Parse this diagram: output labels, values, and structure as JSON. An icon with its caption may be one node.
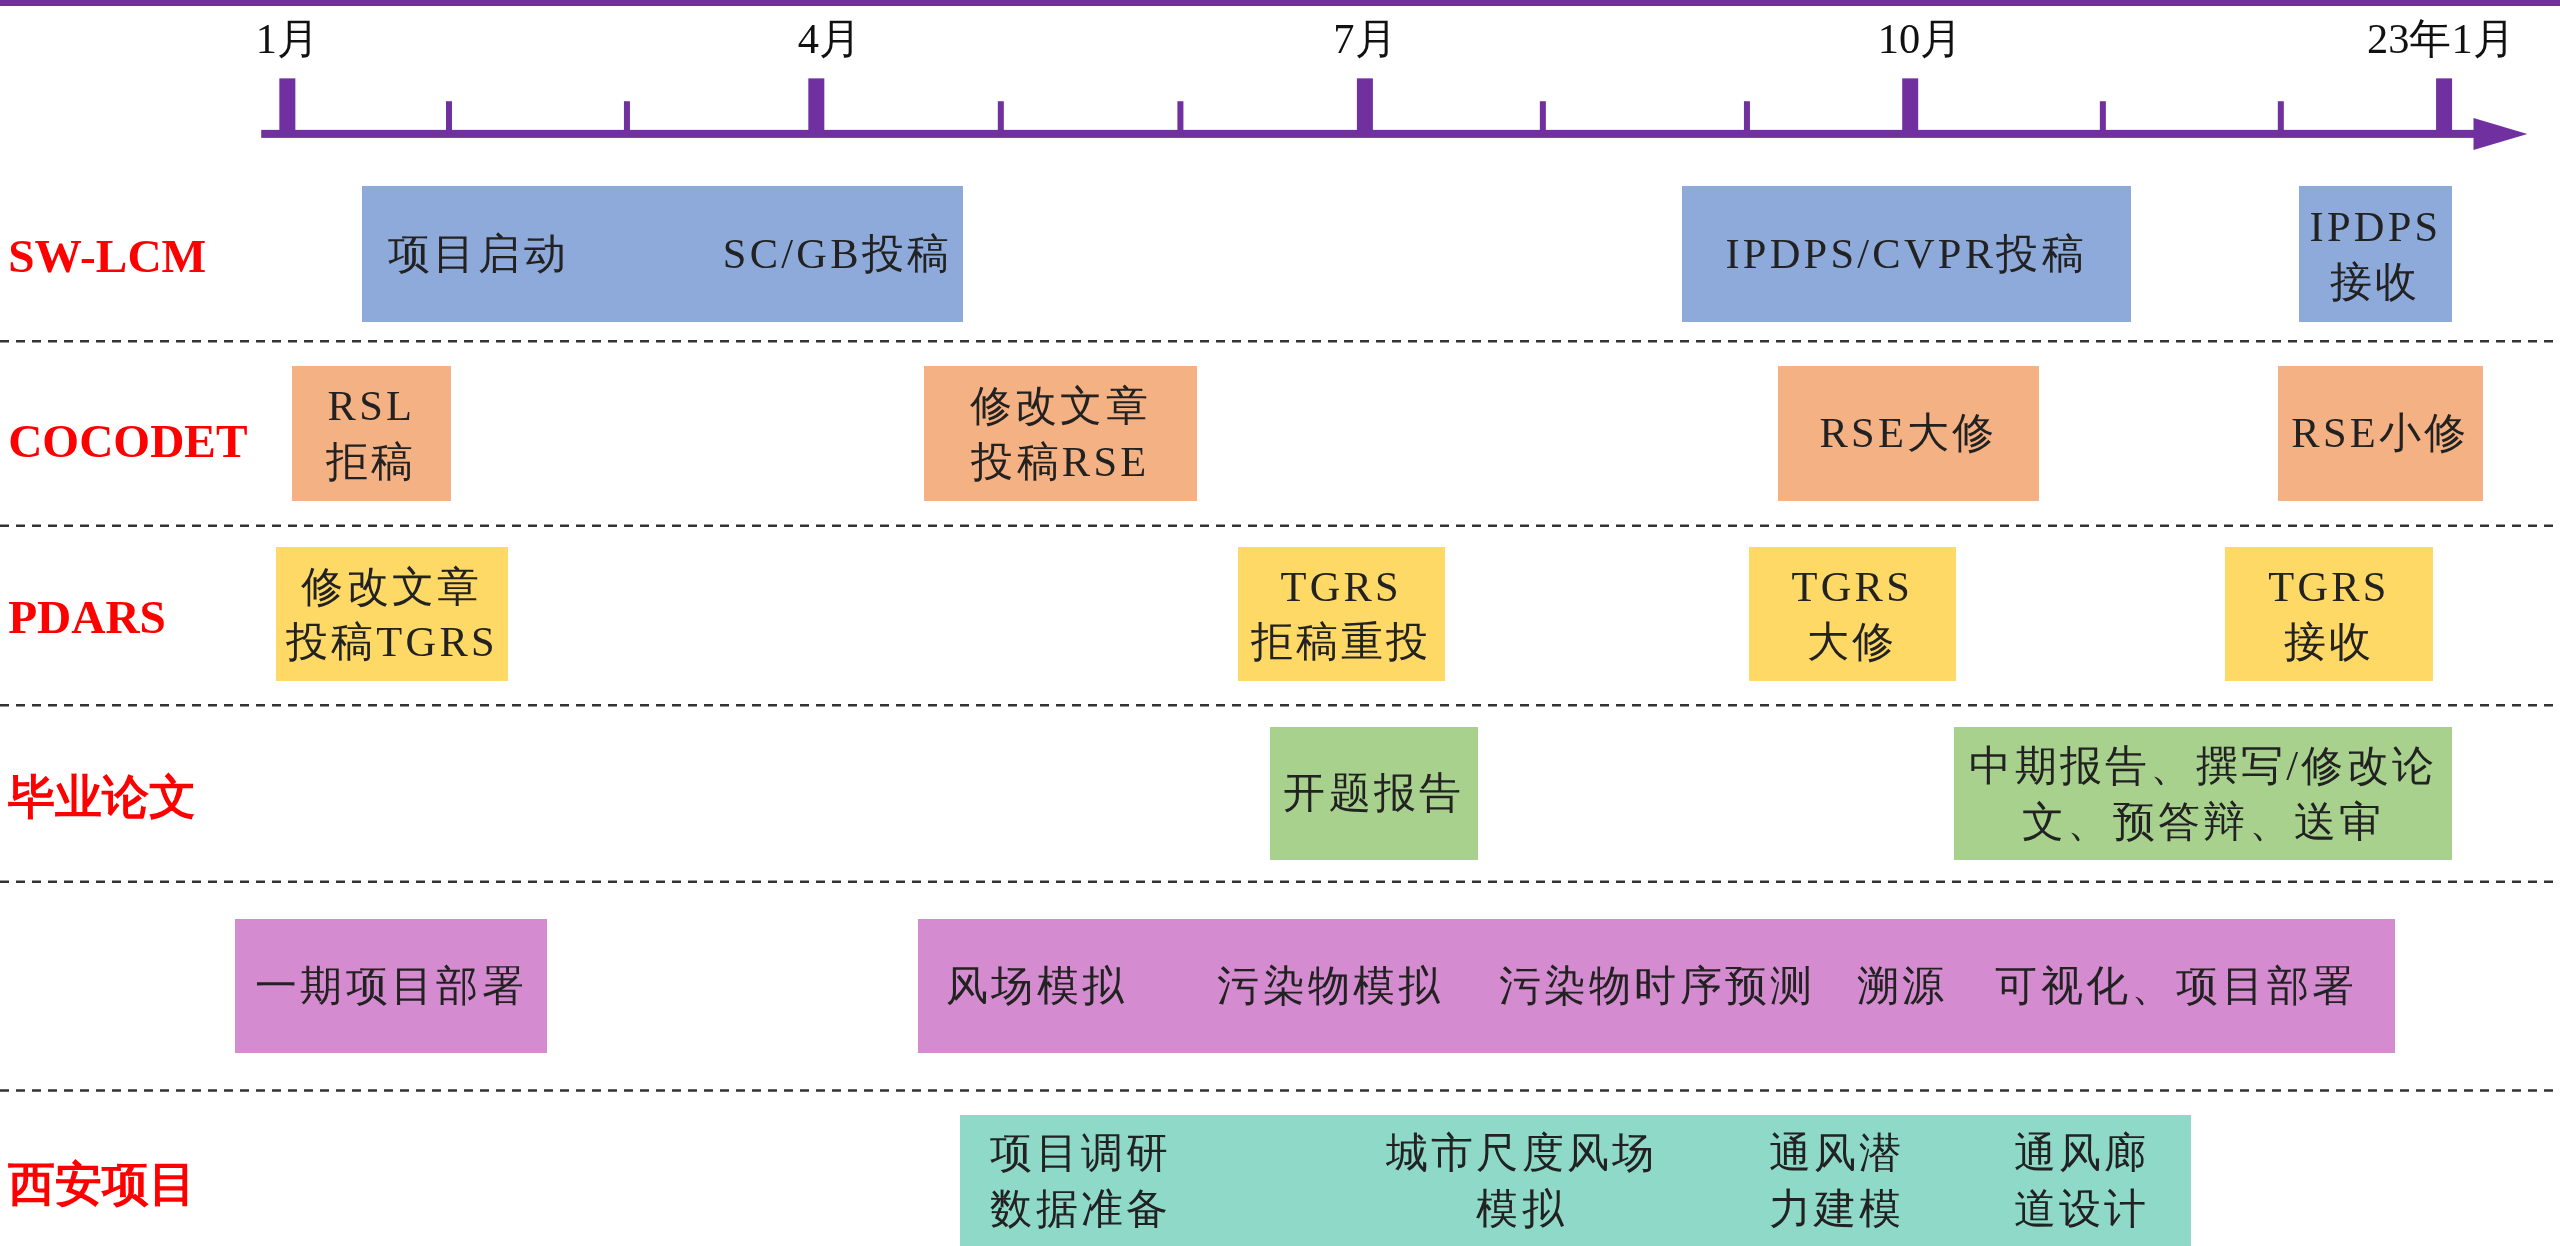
{
  "diagram": {
    "nodes": [
      {
        "text": [
          "项目启动",
          "SC/GB投稿"
        ]
      },
      {
        "text": [
          "IPDPS/CVPR投稿"
        ]
      },
      {
        "text": [
          "IPDPS接收"
        ]
      },
      {
        "text": [
          "RSL拒稿"
        ]
      },
      {
        "text": [
          "修改文章投稿RSE"
        ]
      },
      {
        "text": [
          "RSE大修"
        ]
      },
      {
        "text": [
          "RSE小修"
        ]
      },
      {
        "text": [
          "修改文章投稿TGRS"
        ]
      },
      {
        "text": [
          "TGRS拒稿重投"
        ]
      },
      {
        "text": [
          "TGRS大修"
        ]
      },
      {
        "text": [
          "TGRS接收"
        ]
      },
      {
        "text": [
          "开题报告"
        ]
      },
      {
        "text": [
          "中期报告、撰写/修改论文、预答辩、送审"
        ]
      },
      {
        "text": [
          "一期项目部署"
        ]
      },
      {
        "text": [
          "风场模拟",
          "污染物模拟",
          "污染物时序预测",
          "溯源",
          "可视化、项目部署"
        ]
      },
      {
        "text": [
          "项目调研数据准备",
          "城市尺度风场模拟",
          "通风潜力建模",
          "通风廊道设计"
        ]
      }
    ],
    "labels": [
      "1月",
      "4月",
      "7月",
      "10月",
      "23年1月",
      "SW-LCM",
      "COCODET",
      "PDARS",
      "毕业论文",
      "西安项目"
    ]
  }
}
